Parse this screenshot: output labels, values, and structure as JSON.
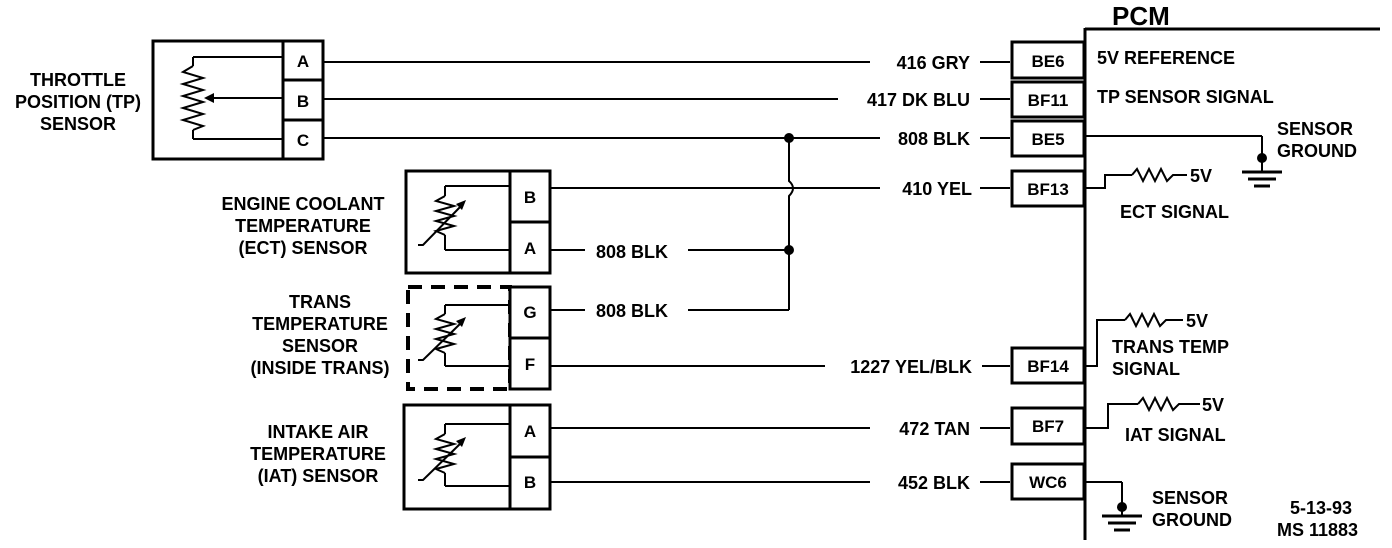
{
  "pcm": {
    "title": "PCM",
    "pins": [
      "BE6",
      "BF11",
      "BE5",
      "BF13",
      "BF14",
      "BF7",
      "WC6"
    ],
    "signals": {
      "ref": "5V REFERENCE",
      "tp": "TP SENSOR  SIGNAL",
      "sensor_ground_1": [
        "SENSOR",
        "GROUND"
      ],
      "ect_5v": "5V",
      "ect": "ECT SIGNAL",
      "trans_5v": "5V",
      "trans": [
        "TRANS TEMP",
        "SIGNAL"
      ],
      "iat_5v": "5V",
      "iat": "IAT SIGNAL",
      "sensor_ground_2": [
        "SENSOR",
        "GROUND"
      ]
    }
  },
  "sensors": {
    "tp": {
      "label": [
        "THROTTLE",
        "POSITION (TP)",
        "SENSOR"
      ],
      "pins": [
        "A",
        "B",
        "C"
      ]
    },
    "ect": {
      "label": [
        "ENGINE COOLANT",
        "TEMPERATURE",
        "(ECT) SENSOR"
      ],
      "pins": [
        "B",
        "A"
      ]
    },
    "trans": {
      "label": [
        "TRANS",
        "TEMPERATURE",
        "SENSOR",
        "(INSIDE TRANS)"
      ],
      "pins": [
        "G",
        "F"
      ]
    },
    "iat": {
      "label": [
        "INTAKE AIR",
        "TEMPERATURE",
        "(IAT) SENSOR"
      ],
      "pins": [
        "A",
        "B"
      ]
    }
  },
  "wires": {
    "w416": "416 GRY",
    "w417": "417 DK BLU",
    "w808_tp": "808 BLK",
    "w410": "410 YEL",
    "w808_ect": "808 BLK",
    "w808_trans": "808 BLK",
    "w1227": "1227 YEL/BLK",
    "w472": "472 TAN",
    "w452": "452 BLK"
  },
  "footer": {
    "date": "5-13-93",
    "code": "MS 11883"
  }
}
